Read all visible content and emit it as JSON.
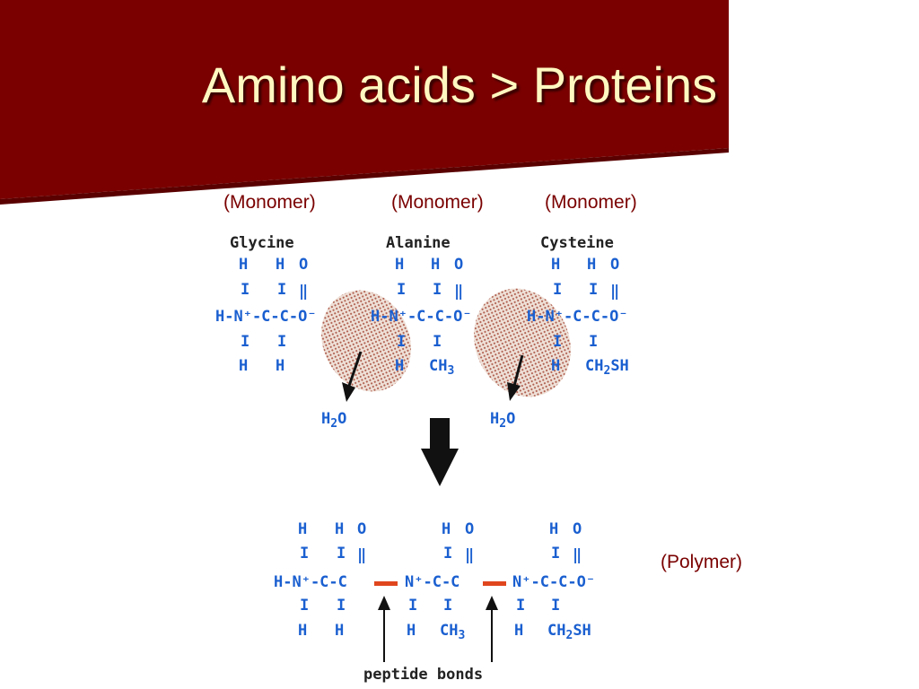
{
  "slide": {
    "title": "Amino acids > Proteins",
    "colors": {
      "banner": "#7a0000",
      "title_text": "#fff8c0",
      "label_text": "#7a0000",
      "atoms": "#1a5fd0",
      "bond": "#e0461e"
    }
  },
  "labels": {
    "monomer_1": "(Monomer)",
    "monomer_2": "(Monomer)",
    "monomer_3": "(Monomer)",
    "polymer": "(Polymer)"
  },
  "amino_acids": [
    {
      "name": "Glycine",
      "side_chain": "H"
    },
    {
      "name": "Alanine",
      "side_chain": "CH3"
    },
    {
      "name": "Cysteine",
      "side_chain": "CH2SH"
    }
  ],
  "byproducts": [
    "H2O",
    "H2O"
  ],
  "peptide_label": "peptide bonds"
}
